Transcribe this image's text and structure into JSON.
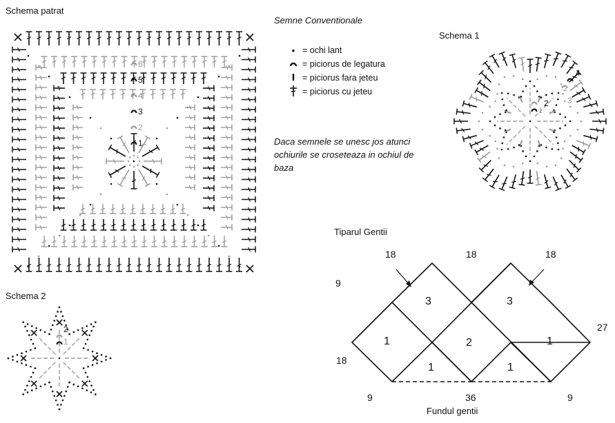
{
  "titles": {
    "schema_patrat": "Schema patrat",
    "semne": "Semne Conventionale",
    "schema1": "Schema 1",
    "schema2": "Schema 2",
    "tiparul": "Tiparul Gentii",
    "fundul": "Fundul gentii"
  },
  "legend": [
    {
      "symbol": "dot-icon",
      "label": "= ochi lant"
    },
    {
      "symbol": "slip-stitch-icon",
      "label": "= piciorus de legatura"
    },
    {
      "symbol": "single-crochet-icon",
      "label": "= piciorus fara jeteu"
    },
    {
      "symbol": "double-crochet-icon",
      "label": "= piciorus cu jeteu"
    }
  ],
  "note": "Daca semnele se unesc jos atunci ochiurile se croseteaza in ochiul de baza",
  "square_rounds": [
    "1",
    "2",
    "3",
    "4",
    "5",
    "6"
  ],
  "schema1_rounds": [
    "1",
    "2",
    "3",
    "4",
    "1",
    "2",
    "3"
  ],
  "schema2_rounds": [
    "1",
    "2"
  ],
  "pattern": {
    "pieces": [
      "1",
      "3",
      "2",
      "3",
      "1",
      "1",
      "1"
    ],
    "dims": [
      "18",
      "18",
      "18",
      "9",
      "27",
      "18",
      "9",
      "36",
      "9"
    ]
  },
  "colors": {
    "dark": "#111111",
    "grey": "#9a9a9a"
  }
}
